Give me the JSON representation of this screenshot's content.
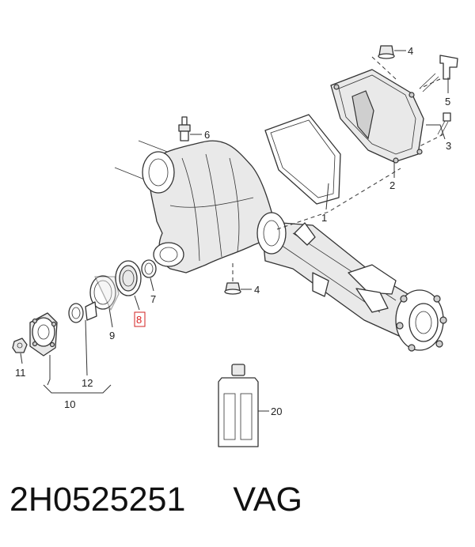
{
  "callouts": {
    "c1": "1",
    "c2": "2",
    "c3": "3",
    "c4a": "4",
    "c4b": "4",
    "c5": "5",
    "c6": "6",
    "c7": "7",
    "c8": "8",
    "c9": "9",
    "c10": "10",
    "c11": "11",
    "c12": "12",
    "c20": "20"
  },
  "highlight_color": "#d22222",
  "footer": {
    "part_number": "2H0525251",
    "brand": "VAG"
  }
}
